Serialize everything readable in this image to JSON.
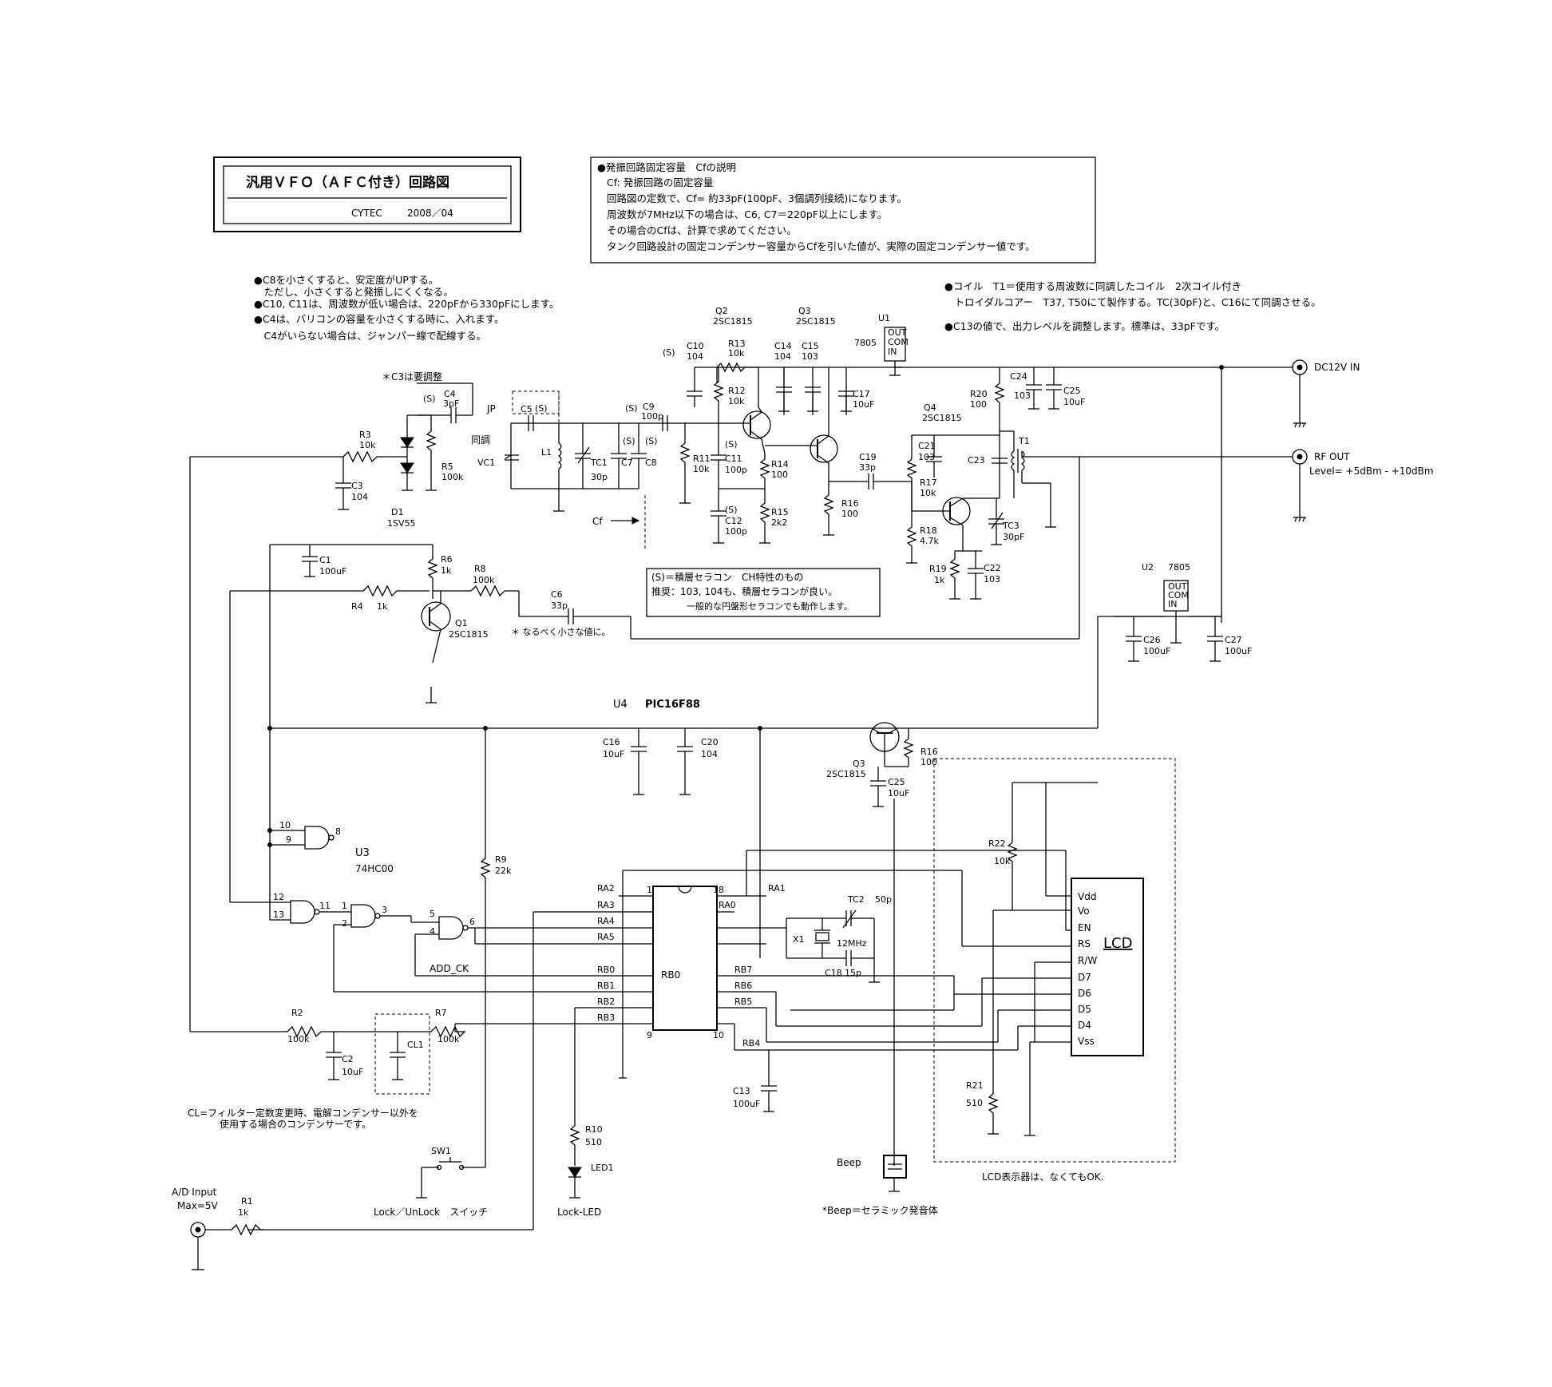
{
  "title_box": {
    "title": "汎用ＶＦＯ（ＡＦＣ付き）回路図",
    "author": "CYTEC",
    "date": "2008／04"
  },
  "cf_note": {
    "head": "●発振回路固定容量　Cfの説明",
    "lines": [
      "Cf: 発振回路の固定容量",
      "回路図の定数で、Cf= 約33pF(100pF、3個調列接続)になります。",
      "周波数が7MHz以下の場合は、C6, C7＝220pF以上にします。",
      "その場合のCfは、計算で求めてください。",
      "タンク回路設計の固定コンデンサー容量からCfを引いた値が、実際の固定コンデンサー値です。"
    ]
  },
  "left_notes": [
    "●C8を小さくすると、安定度がUPする。",
    "　ただし、小さくすると発振しにくくなる。",
    "●C10, C11は、周波数が低い場合は、220pFから330pFにします。",
    "●C4は、バリコンの容量を小さくする時に、入れます。",
    "　C4がいらない場合は、ジャンパー線で配線する。"
  ],
  "right_notes": [
    "●コイル　T1＝使用する周波数に同調したコイル　2次コイル付き",
    "　トロイダルコアー　T37, T50にて製作する。TC(30pF)と、C16にて同調させる。",
    "●C13の値で、出力レベルを調整します。標準は、33pFです。"
  ],
  "s_note": [
    "(S)＝積層セラコン　CH特性のもの",
    "推奨：103, 104も、積層セラコンが良い。",
    "一般的な円盤形セラコンでも動作します。"
  ],
  "cl_note": [
    "CL=フィルター定数変更時、電解コンデンサー以外を",
    "使用する場合のコンデンサーです。"
  ],
  "misc": {
    "c3_adjust": "＊C3は要調整",
    "small_value": "＊ なるべく小さな値に。",
    "lcd_note": "LCD表示器は、なくてもOK.",
    "beep_note": "*Beep＝セラミック発音体",
    "lock_switch": "Lock／UnLock　スイッチ",
    "lock_led": "Lock-LED",
    "ad_input": "A/D Input",
    "ad_max": "Max=5V",
    "dc_in": "DC12V IN",
    "rf_out": "RF OUT",
    "rf_level": "Level= +5dBm - +10dBm",
    "add_ck": "ADD_CK",
    "u4": "U4",
    "u4_part": "PIC16F88",
    "u3": "U3",
    "u3_part": "74HC00",
    "jp": "JP",
    "tuning": "同調",
    "cf": "Cf",
    "s": "(S)",
    "beep": "Beep",
    "lcd": "LCD"
  },
  "pic_pins": {
    "left": [
      "RA2",
      "RA3",
      "RA4",
      "RA5",
      "RB0",
      "RB1",
      "RB2",
      "RB3"
    ],
    "right": [
      "RA1",
      "RA0",
      "",
      "",
      "RB7",
      "RB6",
      "RB5",
      "RB4"
    ],
    "center": "RB0",
    "num_tl": "1",
    "num_tr": "18",
    "num_bl": "9",
    "num_br": "10"
  },
  "lcd_pins": [
    "Vdd",
    "Vo",
    "EN",
    "RS",
    "R/W",
    "D7",
    "D6",
    "D5",
    "D4",
    "Vss"
  ],
  "labels": {
    "Q2": "Q2",
    "Q2v": "2SC1815",
    "Q3a": "Q3",
    "Q3av": "2SC1815",
    "U1": "U1",
    "U1v": "7805",
    "C10": "C10",
    "C10v": "104",
    "R13": "R13",
    "R13v": "10k",
    "C14": "C14",
    "C14v": "104",
    "C15": "C15",
    "C15v": "103",
    "C4": "C4",
    "C4v": "3pF",
    "R12": "R12",
    "R12v": "10k",
    "C17": "C17",
    "C17v": "10uF",
    "R3": "R3",
    "R3v": "10k",
    "C5": "C5",
    "C9": "C9",
    "C9v": "100p",
    "VC1": "VC1",
    "L1": "L1",
    "TC1": "TC1",
    "TC1v": "30p",
    "C7": "C7",
    "C8": "C8",
    "R5": "R5",
    "R5v": "100k",
    "C3": "C3",
    "C3v": "104",
    "D1": "D1",
    "D1v": "1SV55",
    "R11": "R11",
    "R11v": "10k",
    "C11": "C11",
    "C11v": "100p",
    "R14": "R14",
    "R14v": "100",
    "R15": "R15",
    "R15v": "2k2",
    "C12": "C12",
    "C12v": "100p",
    "C19": "C19",
    "C19v": "33p",
    "R16a": "R16",
    "R16av": "100",
    "C24": "C24",
    "C24v": "103",
    "C25a": "C25",
    "C25av": "10uF",
    "R20": "R20",
    "R20v": "100",
    "Q4": "Q4",
    "Q4v": "2SC1815",
    "C21": "C21",
    "C21v": "103",
    "T1": "T1",
    "C23": "C23",
    "R17": "R17",
    "R17v": "10k",
    "R18": "R18",
    "R18v": "4.7k",
    "TC3": "TC3",
    "TC3v": "30pF",
    "R19": "R19",
    "R19v": "1k",
    "C22": "C22",
    "C22v": "103",
    "C1": "C1",
    "C1v": "100uF",
    "R6": "R6",
    "R6v": "1k",
    "R8": "R8",
    "R8v": "100k",
    "R4": "R4",
    "R4v": "1k",
    "C6": "C6",
    "C6v": "33p",
    "Q1": "Q1",
    "Q1v": "2SC1815",
    "U2": "U2",
    "U2v": "7805",
    "C26": "C26",
    "C26v": "100uF",
    "C27": "C27",
    "C27v": "100uF",
    "C16": "C16",
    "C16v": "10uF",
    "C20": "C20",
    "C20v": "104",
    "Q3b": "Q3",
    "Q3bv": "2SC1815",
    "R16b": "R16",
    "R16bv": "100",
    "C25b": "C25",
    "C25bv": "10uF",
    "R22": "R22",
    "R22v": "10k",
    "R9": "R9",
    "R9v": "22k",
    "TC2": "TC2",
    "TC2v": "50p",
    "X1": "X1",
    "X1v": "12MHz",
    "C18": "C18",
    "C18v": "15p",
    "R2": "R2",
    "R2v": "100k",
    "R7": "R7",
    "R7v": "100k",
    "C2": "C2",
    "C2v": "10uF",
    "CL1": "CL1",
    "C13": "C13",
    "C13v": "100uF",
    "R21": "R21",
    "R21v": "510",
    "R10": "R10",
    "R10v": "510",
    "LED1": "LED1",
    "SW1": "SW1",
    "R1": "R1",
    "R1v": "1k",
    "g10": "10",
    "g9": "9",
    "g8": "8",
    "g12": "12",
    "g13": "13",
    "g11": "11",
    "g1": "1",
    "g2": "2",
    "g3": "3",
    "g5": "5",
    "g4": "4",
    "g6": "6",
    "reg_out": "OUT",
    "reg_com": "COM",
    "reg_in": "IN"
  }
}
